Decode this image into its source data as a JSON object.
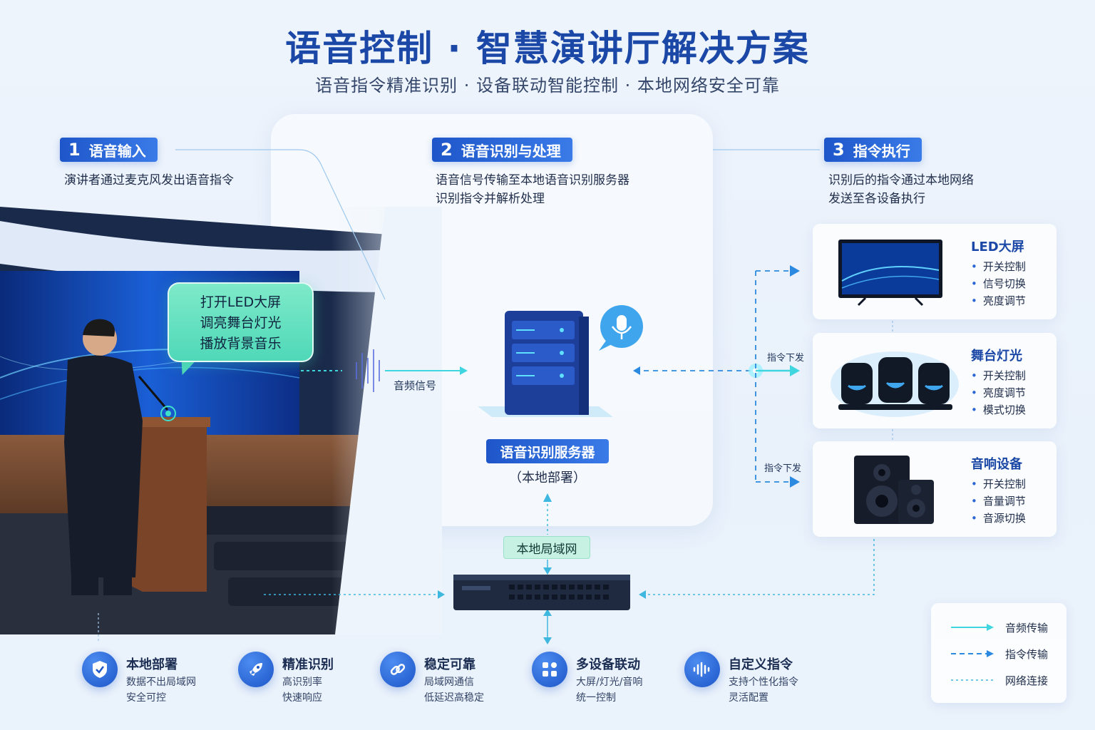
{
  "header": {
    "title": "语音控制 · 智慧演讲厅解决方案",
    "subtitle": "语音指令精准识别 · 设备联动智能控制 · 本地网络安全可靠"
  },
  "steps": [
    {
      "num": "1",
      "label": "语音输入",
      "desc": [
        "演讲者通过麦克风发出语音指令"
      ]
    },
    {
      "num": "2",
      "label": "语音识别与处理",
      "desc": [
        "语音信号传输至本地语音识别服务器",
        "识别指令并解析处理"
      ]
    },
    {
      "num": "3",
      "label": "指令执行",
      "desc": [
        "识别后的指令通过本地网络",
        "发送至各设备执行"
      ]
    }
  ],
  "speech_bubble": [
    "打开LED大屏",
    "调亮舞台灯光",
    "播放背景音乐"
  ],
  "audio_signal_label": "音频信号",
  "server": {
    "label": "语音识别服务器",
    "sub": "（本地部署）"
  },
  "lan_label": "本地局域网",
  "command_labels": [
    "指令下发",
    "指令下发"
  ],
  "devices": [
    {
      "title": "LED大屏",
      "items": [
        "开关控制",
        "信号切换",
        "亮度调节"
      ]
    },
    {
      "title": "舞台灯光",
      "items": [
        "开关控制",
        "亮度调节",
        "模式切换"
      ]
    },
    {
      "title": "音响设备",
      "items": [
        "开关控制",
        "音量调节",
        "音源切换"
      ]
    }
  ],
  "features": [
    {
      "icon": "shield-icon",
      "title": "本地部署",
      "desc": [
        "数据不出局域网",
        "安全可控"
      ]
    },
    {
      "icon": "rocket-icon",
      "title": "精准识别",
      "desc": [
        "高识别率",
        "快速响应"
      ]
    },
    {
      "icon": "link-icon",
      "title": "稳定可靠",
      "desc": [
        "局域网通信",
        "低延迟高稳定"
      ]
    },
    {
      "icon": "grid-icon",
      "title": "多设备联动",
      "desc": [
        "大屏/灯光/音响",
        "统一控制"
      ]
    },
    {
      "icon": "waveform-icon",
      "title": "自定义指令",
      "desc": [
        "支持个性化指令",
        "灵活配置"
      ]
    }
  ],
  "legend": [
    {
      "label": "音频传输",
      "style": "solid"
    },
    {
      "label": "指令传输",
      "style": "dashed"
    },
    {
      "label": "网络连接",
      "style": "dotted"
    }
  ],
  "colors": {
    "primary": "#1e56c9",
    "accent": "#3fd6e0",
    "bubble": "#5fdfc0",
    "title": "#1b48a6"
  }
}
